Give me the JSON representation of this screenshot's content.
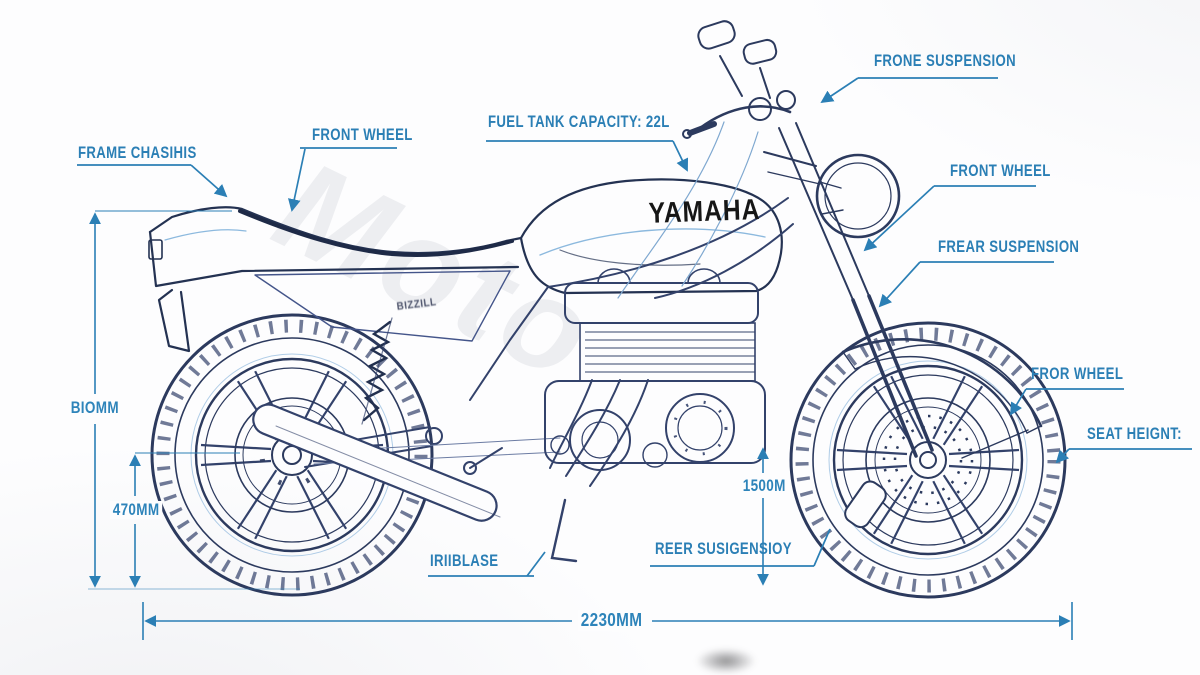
{
  "diagram": {
    "brand_logo": "YAMAHA",
    "side_badge": "BIZZILL",
    "watermark": "Moto"
  },
  "callouts": {
    "frame_chassis": "FRAME CHASIHIS",
    "front_wheel_top": "FRONT WHEEL",
    "fuel_tank_capacity": "FUEL TANK CAPACITY: 22L",
    "front_suspension": "FRONE SUSPENSION",
    "front_wheel_right": "FRONT WHEEL",
    "rear_suspension": "FREAR SUSPENSION",
    "front_wheel_lower": "FROR WHEEL",
    "seat_height": "SEAT HEIGNT:",
    "rear_suspension_bottom": "REER SUSIGENSIOY",
    "wheelbase": "IRIIBLASE"
  },
  "dimensions": {
    "overall_height": "BIOMM",
    "seat_height_value": "470MM",
    "suspension_travel": "1500M",
    "overall_length": "2230MM"
  },
  "colors": {
    "annotation": "#2b7fb5",
    "linework": "#33426b",
    "logo_text": "#161616"
  }
}
